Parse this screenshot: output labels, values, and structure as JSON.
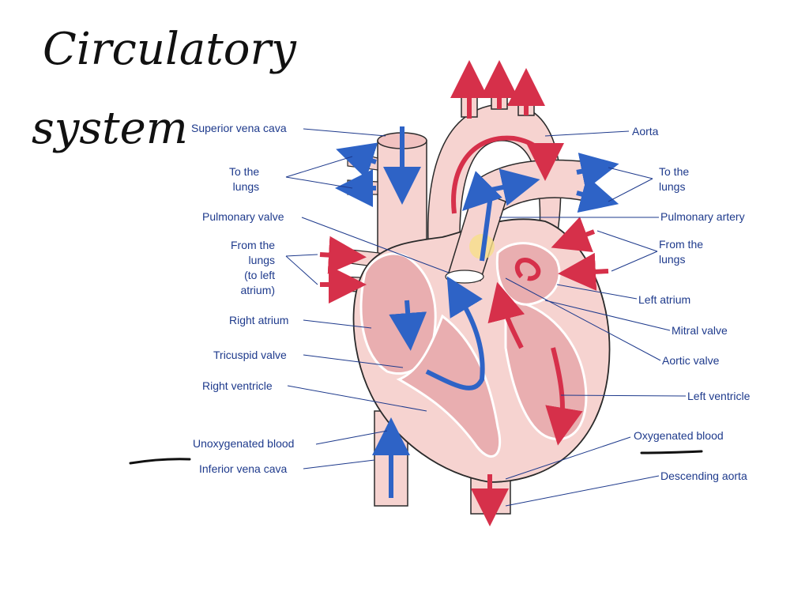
{
  "handwritten": {
    "line1": "Circulatory",
    "line2": "system"
  },
  "labels": {
    "superior_vena_cava": "Superior vena cava",
    "to_lungs_left": "To the\nlungs",
    "pulmonary_valve": "Pulmonary valve",
    "from_lungs_left": "From the\nlungs\n(to left\natrium)",
    "right_atrium": "Right atrium",
    "tricuspid_valve": "Tricuspid valve",
    "right_ventricle": "Right ventricle",
    "unoxygenated_blood": "Unoxygenated blood",
    "inferior_vena_cava": "Inferior vena cava",
    "aorta": "Aorta",
    "to_lungs_right": "To the\nlungs",
    "pulmonary_artery": "Pulmonary artery",
    "from_lungs_right": "From the\nlungs",
    "left_atrium": "Left atrium",
    "mitral_valve": "Mitral valve",
    "aortic_valve": "Aortic valve",
    "left_ventricle": "Left ventricle",
    "oxygenated_blood": "Oxygenated blood",
    "descending_aorta": "Descending aorta"
  },
  "colors": {
    "tissue": "#f6d3d0",
    "tissue_dark": "#e9aeb0",
    "outline": "#2a2a2a",
    "oxygenated": "#d6304a",
    "unoxygenated": "#2e63c6",
    "label_text": "#1e3a8c",
    "highlight": "#f7e08a"
  }
}
